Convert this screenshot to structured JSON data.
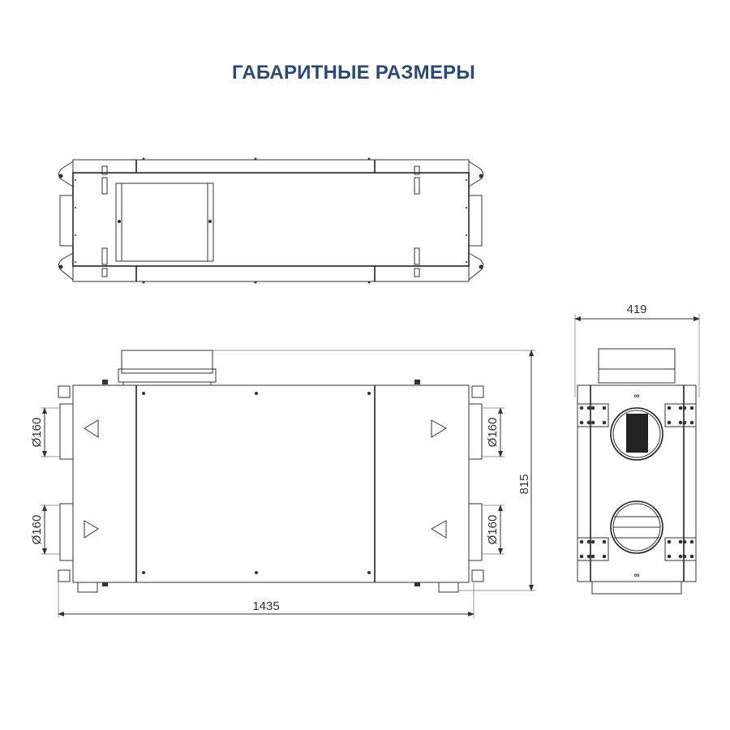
{
  "title": "ГАБАРИТНЫЕ РАЗМЕРЫ",
  "dimensions": {
    "length": "1435",
    "height": "815",
    "width": "419",
    "duct_left_top": "Ø160",
    "duct_left_bottom": "Ø160",
    "duct_right_top": "Ø160",
    "duct_right_bottom": "Ø160"
  },
  "colors": {
    "title": "#2b4a78",
    "lines": "#333333"
  }
}
